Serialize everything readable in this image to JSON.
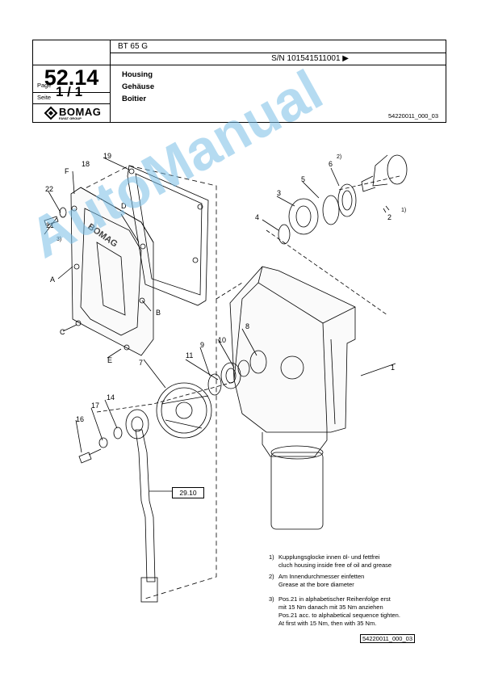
{
  "header": {
    "model": "BT 65 G",
    "serial": "S/N 101541511001 ▶",
    "page_number": "52.14",
    "page_label": "Page",
    "seite_label": "Seite",
    "page_value": "1 / 1",
    "title_en": "Housing",
    "title_de": "Gehäuse",
    "title_fr": "Boîtier",
    "doc_ref": "54220011_000_03",
    "brand": "BOMAG",
    "brand_sub": "FAYAT GROUP"
  },
  "diagram": {
    "labels": [
      "1",
      "2",
      "1)",
      "2)",
      "3",
      "4",
      "5",
      "6",
      "7",
      "8",
      "9",
      "10",
      "11",
      "14",
      "16",
      "17",
      "18",
      "19",
      "21",
      "3)",
      "22",
      "A",
      "B",
      "C",
      "D",
      "E",
      "F"
    ],
    "ref_box": "29.10",
    "housing_cast_text": "BOMAG"
  },
  "notes": [
    {
      "num": "1)",
      "lines": [
        "Kupplungsglocke innen öl- und fettfrei",
        "cluch housing inside free of oil and grease"
      ]
    },
    {
      "num": "2)",
      "lines": [
        "Am Innendurchmesser einfetten",
        "Grease at the bore diameter"
      ]
    },
    {
      "num": "3)",
      "lines": [
        "Pos.21 in alphabetischer  Reihenfolge erst",
        "mit 15 Nm danach mit 35 Nm anziehen",
        "Pos.21 acc. to alphabetical sequence tighten.",
        "At first with 15 Nm, then with 35 Nm."
      ]
    }
  ],
  "footer_ref": "54220011_000_03",
  "watermark": "AutoManual"
}
